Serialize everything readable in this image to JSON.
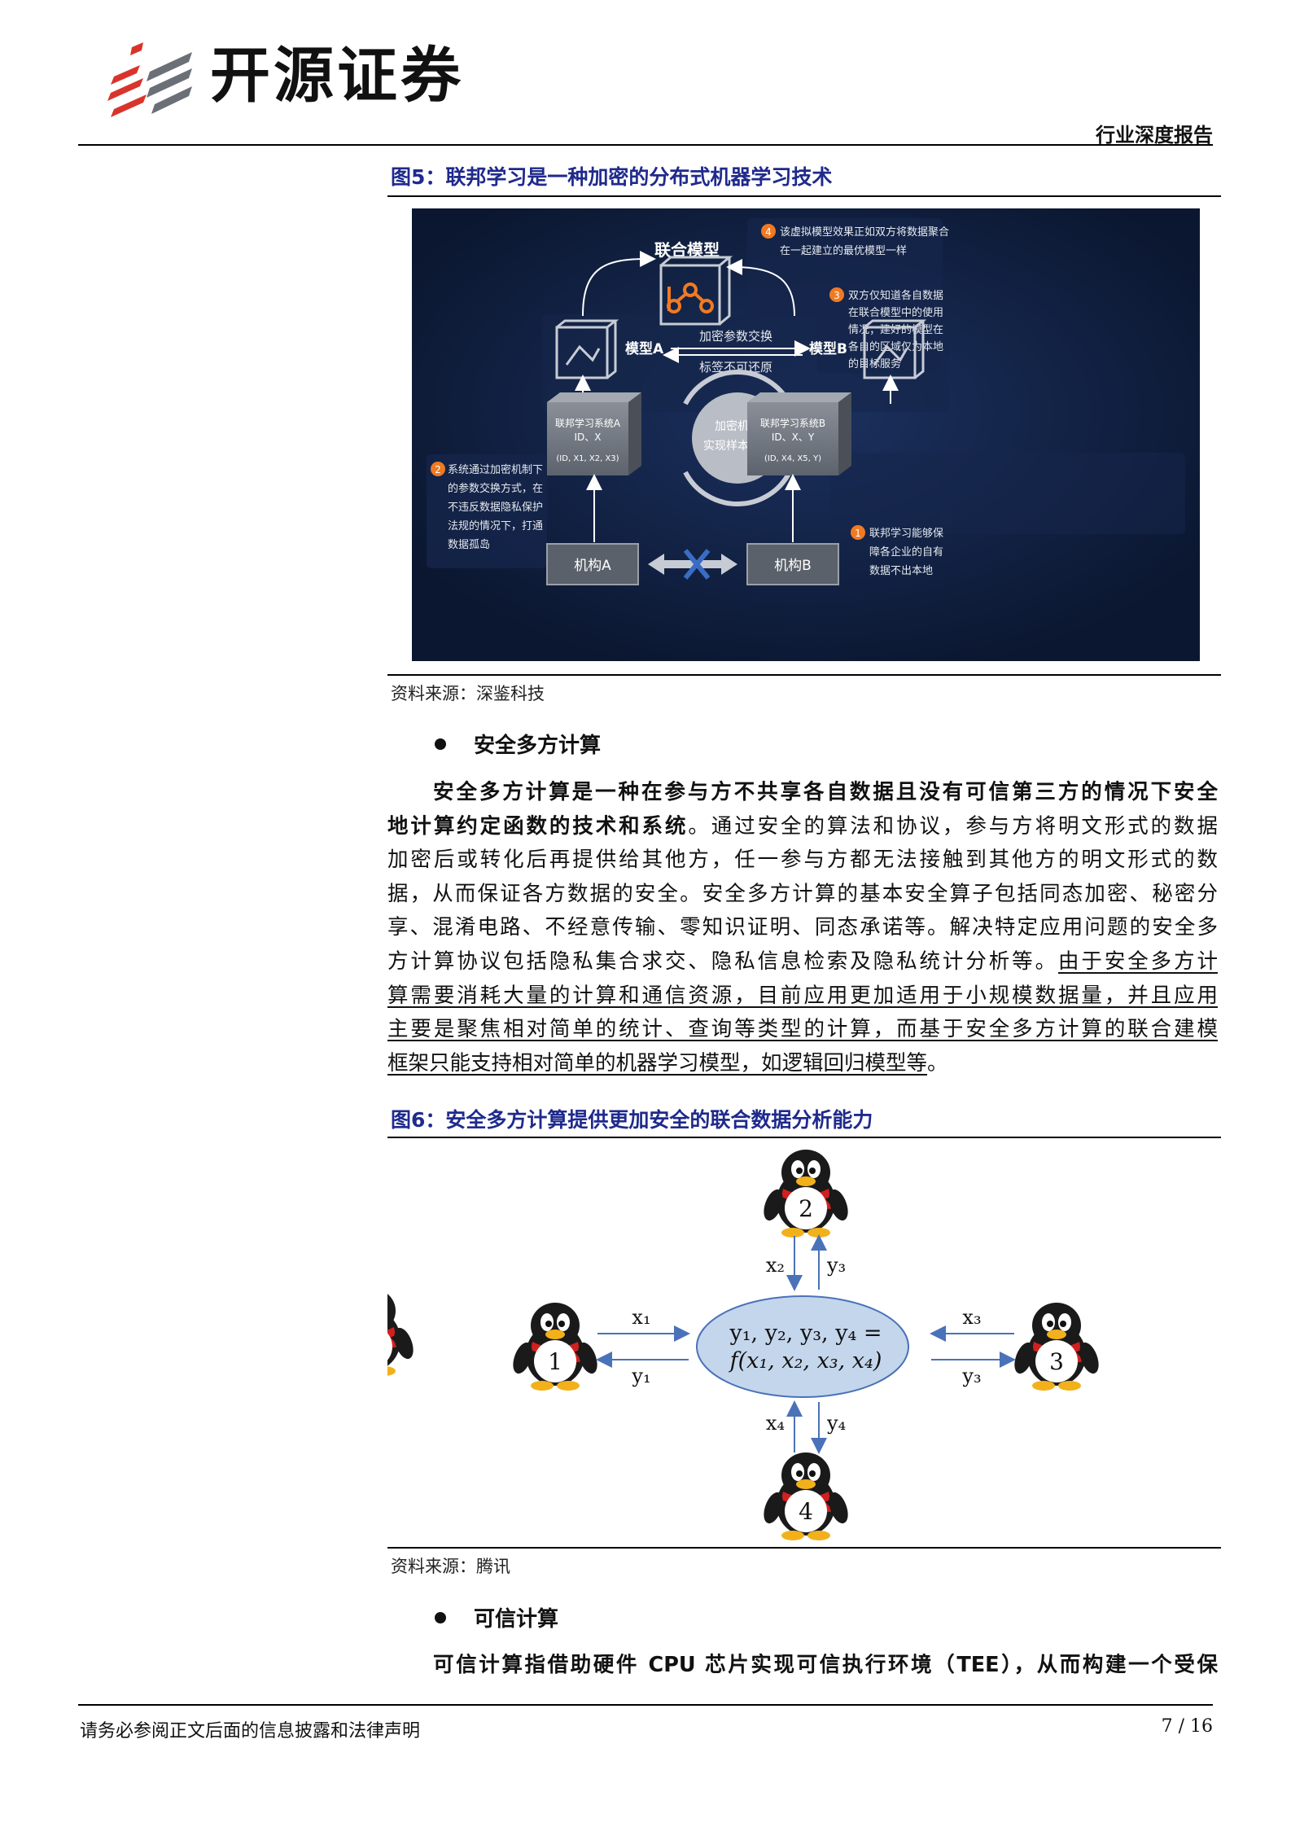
{
  "header": {
    "logo_text": "开源证券",
    "report_type": "行业深度报告"
  },
  "figure5": {
    "title": "图5：联邦学习是一种加密的分布式机器学习技术",
    "source": "资料来源：深鉴科技",
    "labels": {
      "joint_model": "联合模型",
      "note4_num": "4",
      "note4_line1": "该虚拟模型效果正如双方将数据聚合",
      "note4_line2": "在一起建立的最优模型一样",
      "note3_num": "3",
      "note3_line1": "双方仅知道各自数据",
      "note3_line2": "在联合模型中的使用",
      "note3_line3": "情况；建好的模型在",
      "note3_line4": "各自的区域仅为本地",
      "note3_line5": "的目标服务",
      "model_a": "模型A",
      "model_b": "模型B",
      "exchange_line1": "加密参数交换",
      "exchange_line2": "标签不可还原",
      "note2_num": "2",
      "note2_line1": "系统通过加密机制下",
      "note2_line2": "的参数交换方式，在",
      "note2_line3": "不违反数据隐私保护",
      "note2_line4": "法规的情况下，打通",
      "note2_line5": "数据孤岛",
      "sys_a_line1": "联邦学习系统A",
      "sys_a_line2": "ID、X",
      "sys_a_line3": "(ID, X1, X2, X3)",
      "sys_b_line1": "联邦学习系统B",
      "sys_b_line2": "ID、X、Y",
      "sys_b_line3": "(ID, X4, X5, Y)",
      "enc_line1": "加密机制",
      "enc_line2": "实现样本对齐",
      "org_a": "机构A",
      "org_b": "机构B",
      "note1_num": "1",
      "note1_line1": "联邦学习能够保",
      "note1_line2": "障各企业的自有",
      "note1_line3": "数据不出本地"
    }
  },
  "section_mpc": {
    "bullet": "安全多方计算",
    "lines": [
      {
        "bold": "安全多方计算是一种在参与方不共享各自数据且没有可信第三方的情况下安全"
      },
      {
        "bold": "地计算约定函数的技术和系统",
        "normal": "。通过安全的算法和协议，参与方将明文形式的数据"
      },
      {
        "normal": "加密后或转化后再提供给其他方，任一参与方都无法接触到其他方的明文形式的数"
      },
      {
        "normal": "据，从而保证各方数据的安全。安全多方计算的基本安全算子包括同态加密、秘密分"
      },
      {
        "normal": "享、混淆电路、不经意传输、零知识证明、同态承诺等。解决特定应用问题的安全多"
      },
      {
        "normal": "方计算协议包括隐私集合求交、隐私信息检索及隐私统计分析等。",
        "underline": "由于安全多方计"
      },
      {
        "underline": "算需要消耗大量的计算和通信资源，目前应用更加适用于小规模数据量，并且应用"
      },
      {
        "underline": "主要是聚焦相对简单的统计、查询等类型的计算，而基于安全多方计算的联合建模"
      },
      {
        "underline": "框架只能支持相对简单的机器学习模型，如逻辑回归模型等",
        "normal_after": "。"
      }
    ]
  },
  "figure6": {
    "title": "图6：安全多方计算提供更加安全的联合数据分析能力",
    "source": "资料来源：腾讯",
    "center_line1": "y₁, y₂, y₃, y₄ =",
    "center_line2": "f(x₁, x₂, x₃, x₄)",
    "nodes": [
      "1",
      "2",
      "3",
      "4"
    ],
    "edges": {
      "x1": "x₁",
      "y1": "y₁",
      "x2": "x₂",
      "y2": "y₃",
      "x3": "x₃",
      "y3": "y₃",
      "x4": "x₄",
      "y4": "y₄"
    }
  },
  "section_tee": {
    "bullet": "可信计算",
    "first_line": "可信计算指借助硬件 CPU 芯片实现可信执行环境（TEE），从而构建一个受保"
  },
  "footer": {
    "disclaimer": "请务必参阅正文后面的信息披露和法律声明",
    "page": "7 / 16"
  }
}
